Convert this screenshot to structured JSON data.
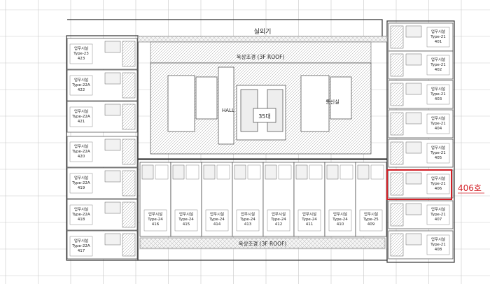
{
  "plan": {
    "labels": {
      "outdoor_unit": "실외기",
      "roof_top": "옥상조경 (3F ROOF)",
      "roof_bottom": "옥상조경 (3F ROOF)",
      "hall": "HALL",
      "parking": "35대",
      "comm_room": "통신실"
    },
    "units_left": [
      {
        "use": "업무시설",
        "type": "Type-23",
        "no": "423"
      },
      {
        "use": "업무시설",
        "type": "Type-22A",
        "no": "422"
      },
      {
        "use": "업무시설",
        "type": "Type-22A",
        "no": "421"
      },
      {
        "use": "업무시설",
        "type": "Type-22A",
        "no": "420"
      },
      {
        "use": "업무시설",
        "type": "Type-22A",
        "no": "419"
      },
      {
        "use": "업무시설",
        "type": "Type-22A",
        "no": "418"
      },
      {
        "use": "업무시설",
        "type": "Type-22A",
        "no": "417"
      }
    ],
    "units_right": [
      {
        "use": "업무시설",
        "type": "Type-21",
        "no": "401"
      },
      {
        "use": "업무시설",
        "type": "Type-21",
        "no": "402"
      },
      {
        "use": "업무시설",
        "type": "Type-21",
        "no": "403"
      },
      {
        "use": "업무시설",
        "type": "Type-21",
        "no": "404"
      },
      {
        "use": "업무시설",
        "type": "Type-21",
        "no": "405"
      },
      {
        "use": "업무시설",
        "type": "Type-21",
        "no": "406"
      },
      {
        "use": "업무시설",
        "type": "Type-21",
        "no": "407"
      },
      {
        "use": "업무시설",
        "type": "Type-21",
        "no": "408"
      }
    ],
    "units_center": [
      {
        "use": "업무시설",
        "type": "Type-24",
        "no": "416"
      },
      {
        "use": "업무시설",
        "type": "Type-24",
        "no": "415"
      },
      {
        "use": "업무시설",
        "type": "Type-24",
        "no": "414"
      },
      {
        "use": "업무시설",
        "type": "Type-24",
        "no": "413"
      },
      {
        "use": "업무시설",
        "type": "Type-24",
        "no": "412"
      },
      {
        "use": "업무시설",
        "type": "Type-24",
        "no": "411"
      },
      {
        "use": "업무시설",
        "type": "Type-24",
        "no": "410"
      },
      {
        "use": "업무시설",
        "type": "Type-25",
        "no": "409"
      }
    ],
    "highlight": {
      "label": "406호",
      "color": "#d21f26"
    }
  }
}
